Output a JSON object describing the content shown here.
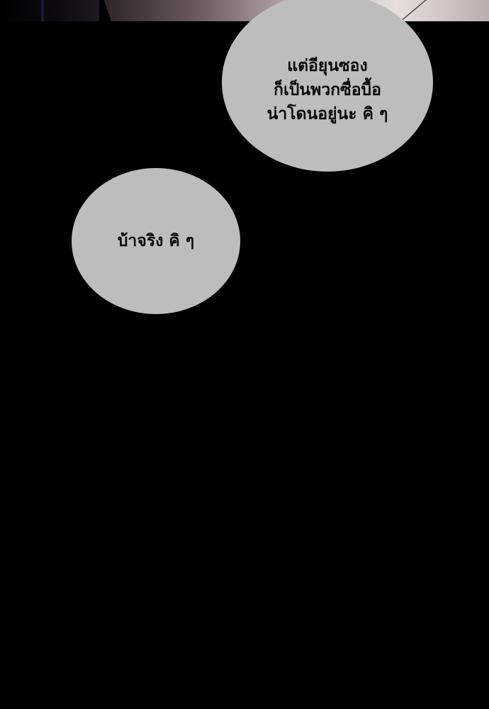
{
  "colors": {
    "background": "#000000",
    "bubble_fill": "#bdbdbd",
    "bubble_text": "#0a0a0a"
  },
  "speech_bubbles": [
    {
      "lines": [
        "แต่อียุนซอง",
        "ก็เป็นพวกซื่อบื้อ",
        "น่าโดนอยู่นะ คิ ๆ"
      ]
    },
    {
      "lines": [
        "บ้าจริง คิ ๆ"
      ]
    }
  ]
}
